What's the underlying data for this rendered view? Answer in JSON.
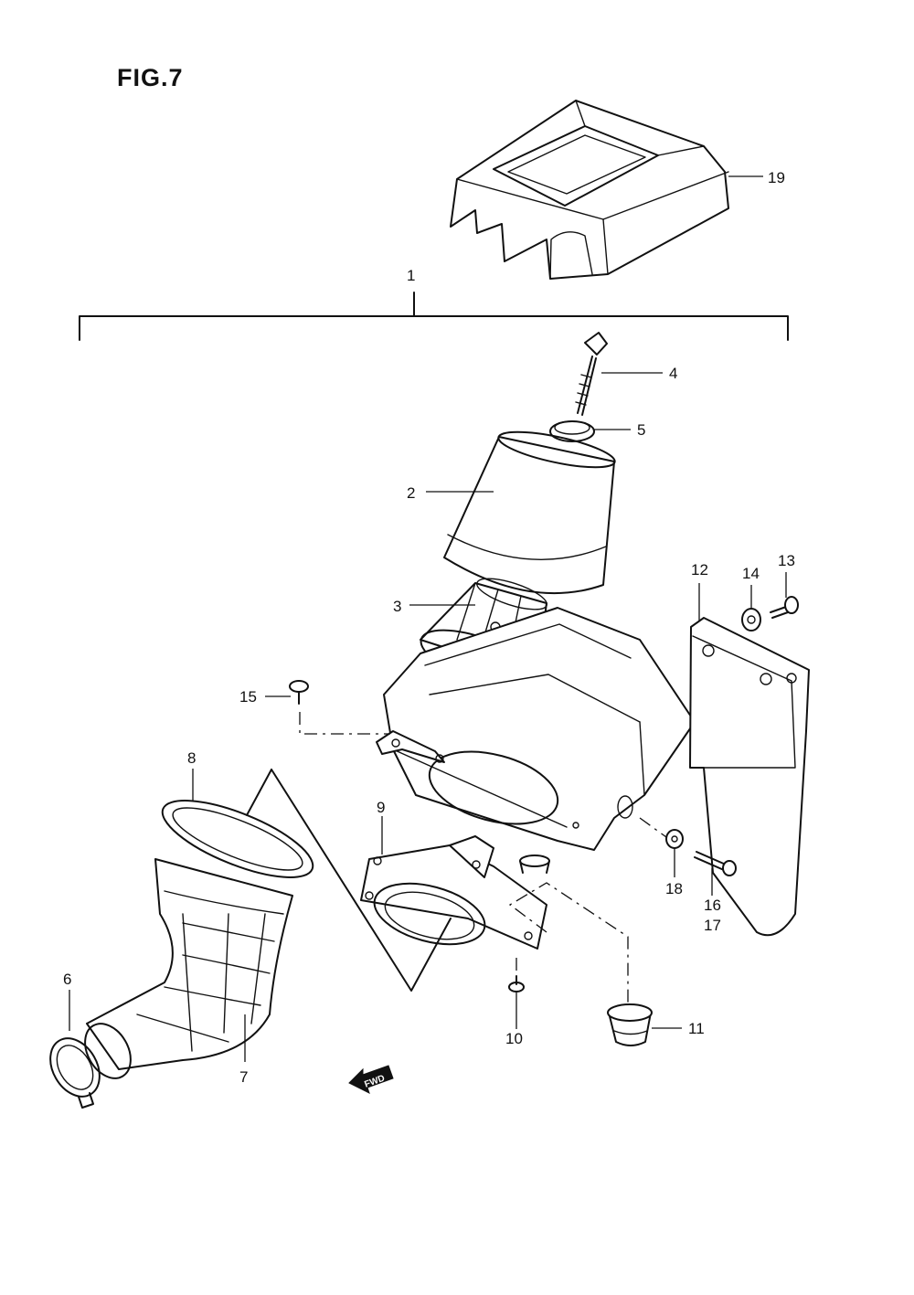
{
  "figure": {
    "title": "FIG.7"
  },
  "callouts": {
    "c1": "1",
    "c2": "2",
    "c3": "3",
    "c4": "4",
    "c5": "5",
    "c6": "6",
    "c7": "7",
    "c8": "8",
    "c9": "9",
    "c10": "10",
    "c11": "11",
    "c12": "12",
    "c13": "13",
    "c14": "14",
    "c15": "15",
    "c16": "16",
    "c17": "17",
    "c18": "18",
    "c19": "19"
  },
  "direction_marker": {
    "label": "FWD"
  }
}
